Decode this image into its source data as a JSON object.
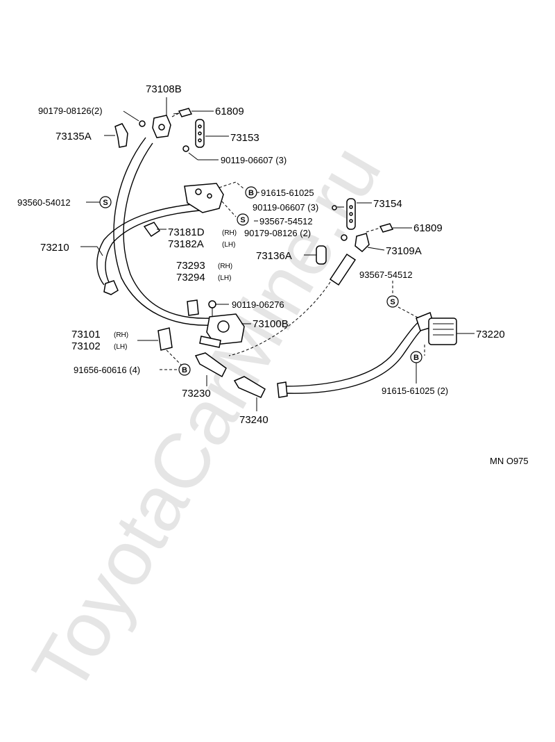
{
  "labels": {
    "p73108B": "73108B",
    "p90179_2": "90179-08126(2)",
    "p61809_top": "61809",
    "p73135A": "73135A",
    "p73153": "73153",
    "p90119_3_top": "90119-06607 (3)",
    "p93560": "93560-54012",
    "p91615": "91615-61025",
    "p90119_3_mid": "90119-06607 (3)",
    "p73154": "73154",
    "p93567_mid": "93567-54512",
    "p73181D": "73181D",
    "p73182A": "73182A",
    "p90179_mid": "90179-08126 (2)",
    "p61809_mid": "61809",
    "p73210": "73210",
    "p73136A": "73136A",
    "p73109A": "73109A",
    "p73293": "73293",
    "p73294": "73294",
    "p93567_right": "93567-54512",
    "p90119_06276": "90119-06276",
    "p73100B": "73100B",
    "p73101": "73101",
    "p73102": "73102",
    "p73220": "73220",
    "p91656": "91656-60616 (4)",
    "p73230": "73230",
    "p91615_2": "91615-61025 (2)",
    "p73240": "73240",
    "diagram_code": "MN O975"
  },
  "side": {
    "rh": "(RH)",
    "lh": "(LH)"
  },
  "symbols": {
    "s": "S",
    "b": "B"
  },
  "watermark": "ToyotaCarMine.ru"
}
